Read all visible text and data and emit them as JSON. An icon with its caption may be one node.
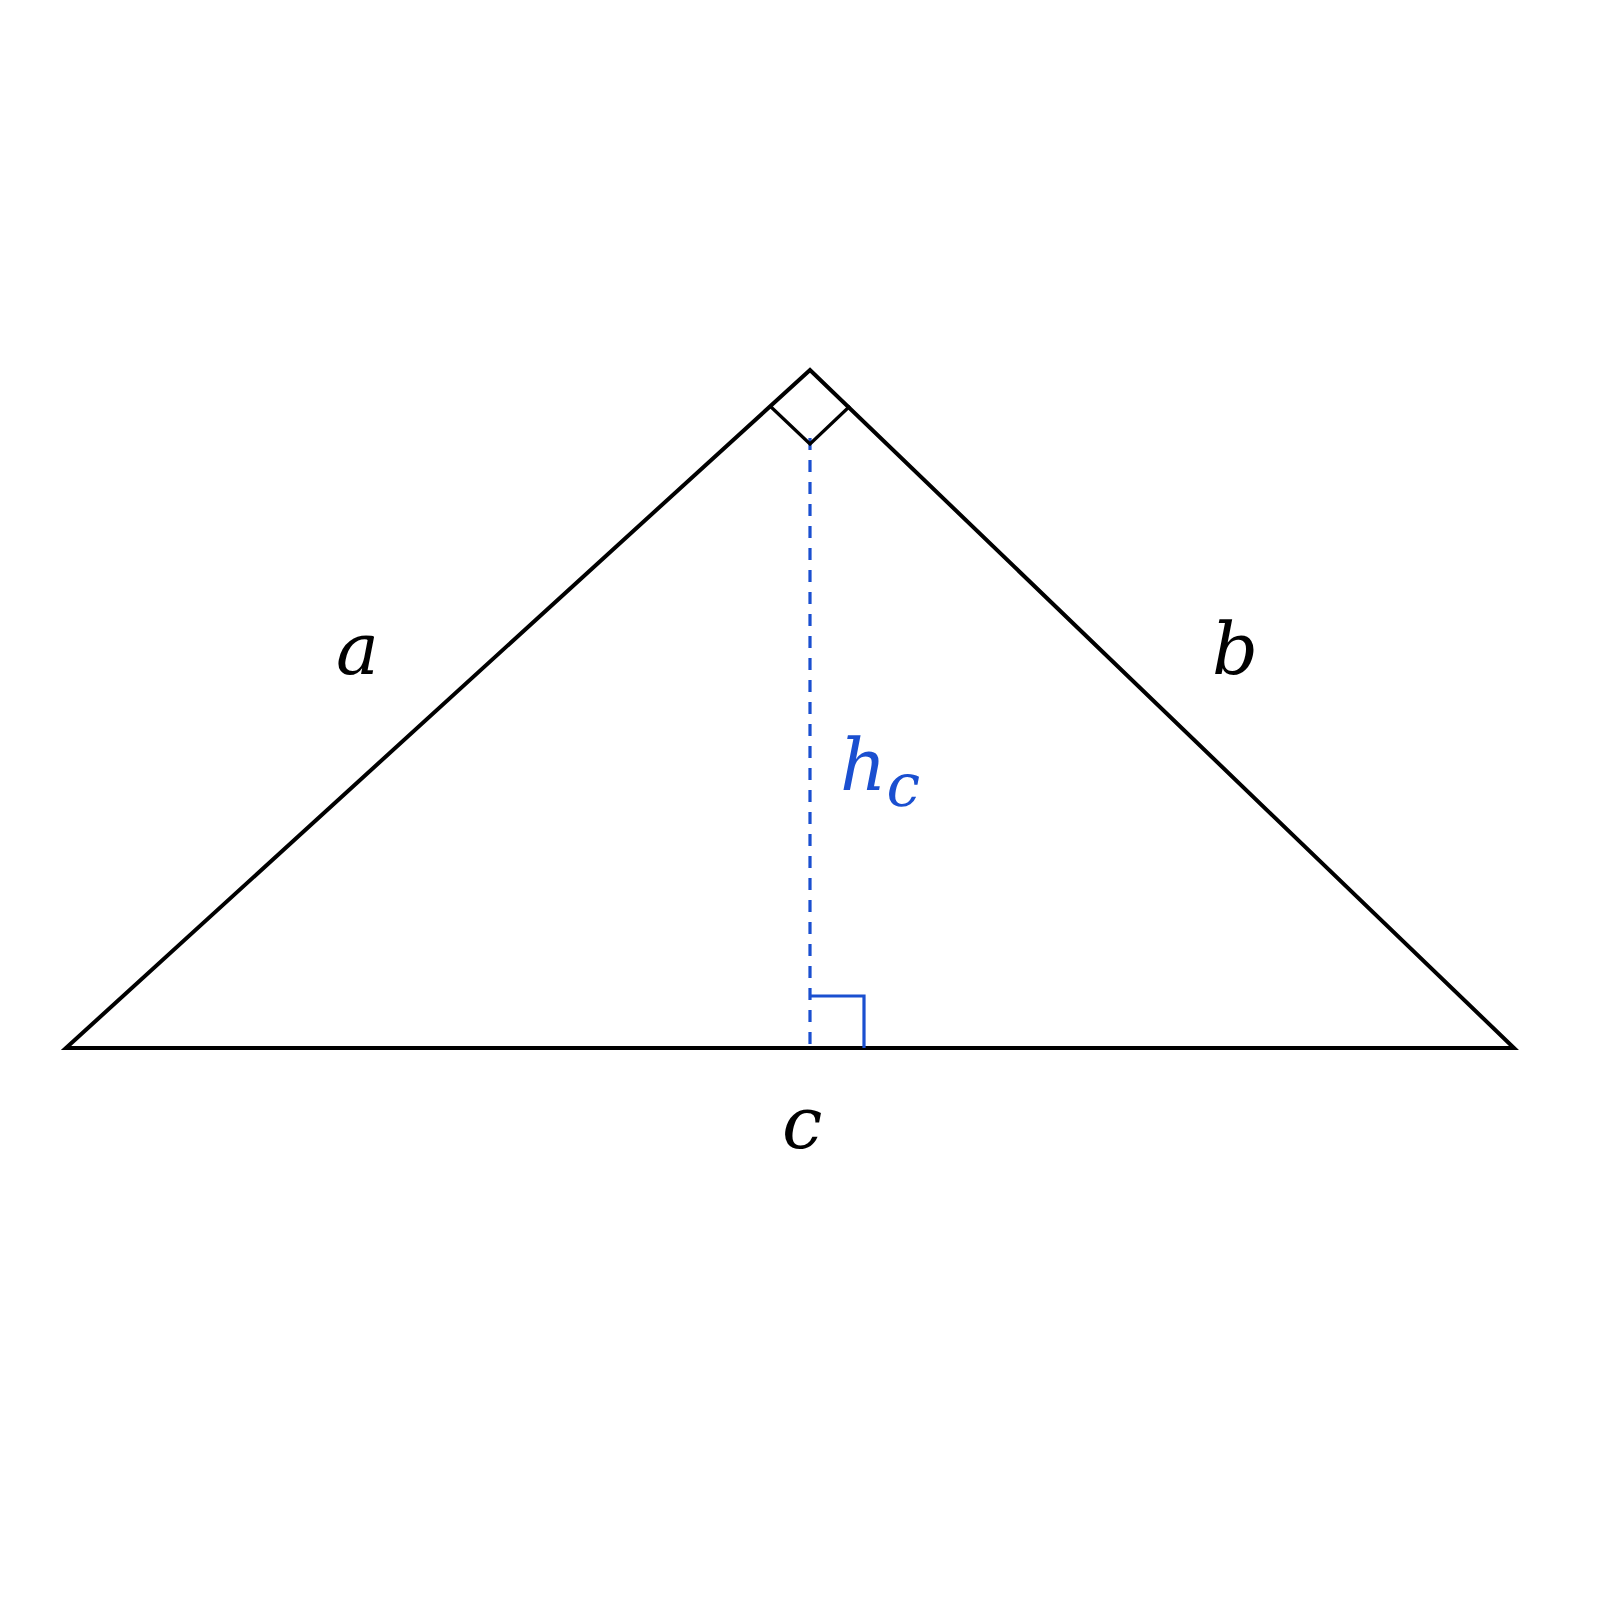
{
  "diagram": {
    "labels": [
      "a",
      "b",
      "h$_{c}$",
      "c"
    ]
  }
}
